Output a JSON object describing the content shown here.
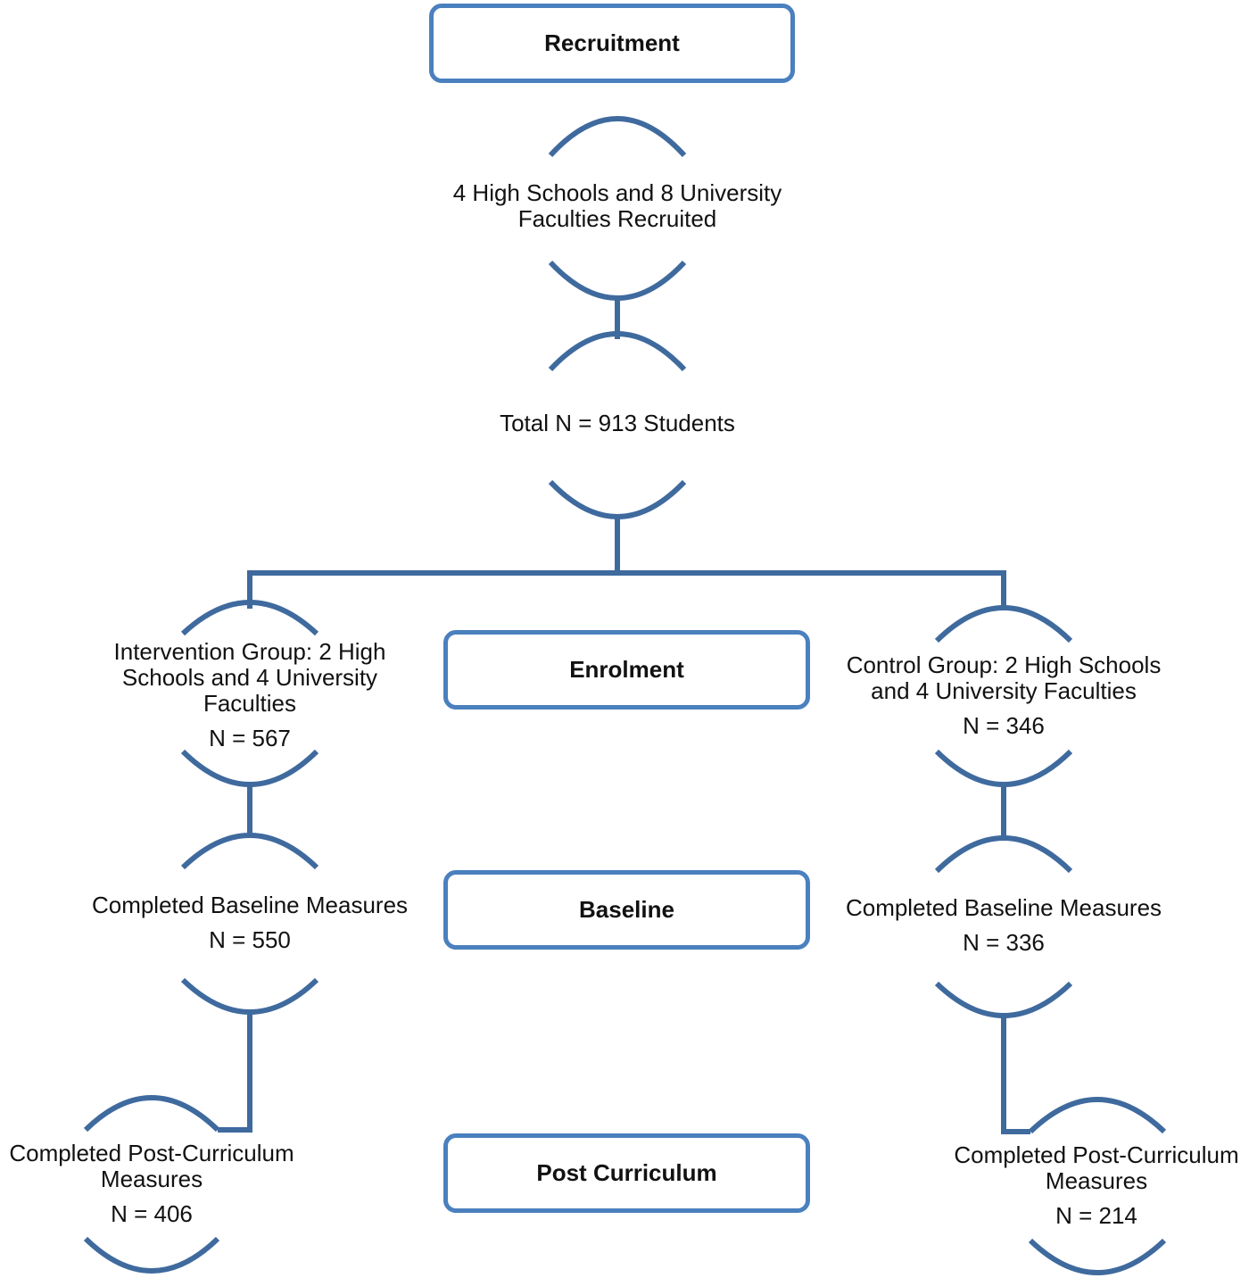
{
  "stages": {
    "recruitment": "Recruitment",
    "enrolment": "Enrolment",
    "baseline": "Baseline",
    "post_curriculum": "Post Curriculum"
  },
  "nodes": {
    "recruited": {
      "text": "4 High Schools and 8 University Faculties Recruited"
    },
    "total": {
      "text": "Total N = 913 Students"
    },
    "intervention": {
      "text": "Intervention Group: 2 High Schools and 4 University Faculties",
      "n": "N = 567"
    },
    "control": {
      "text": "Control Group: 2 High Schools and 4 University Faculties",
      "n": "N = 346"
    },
    "intervention_baseline": {
      "text": "Completed Baseline Measures",
      "n": "N = 550"
    },
    "control_baseline": {
      "text": "Completed Baseline Measures",
      "n": "N = 336"
    },
    "intervention_post": {
      "text": "Completed Post-Curriculum Measures",
      "n": "N = 406"
    },
    "control_post": {
      "text": "Completed Post-Curriculum Measures",
      "n": "N = 214"
    }
  },
  "colors": {
    "stroke": "#3f6a9e",
    "box_border": "#4a80be"
  }
}
